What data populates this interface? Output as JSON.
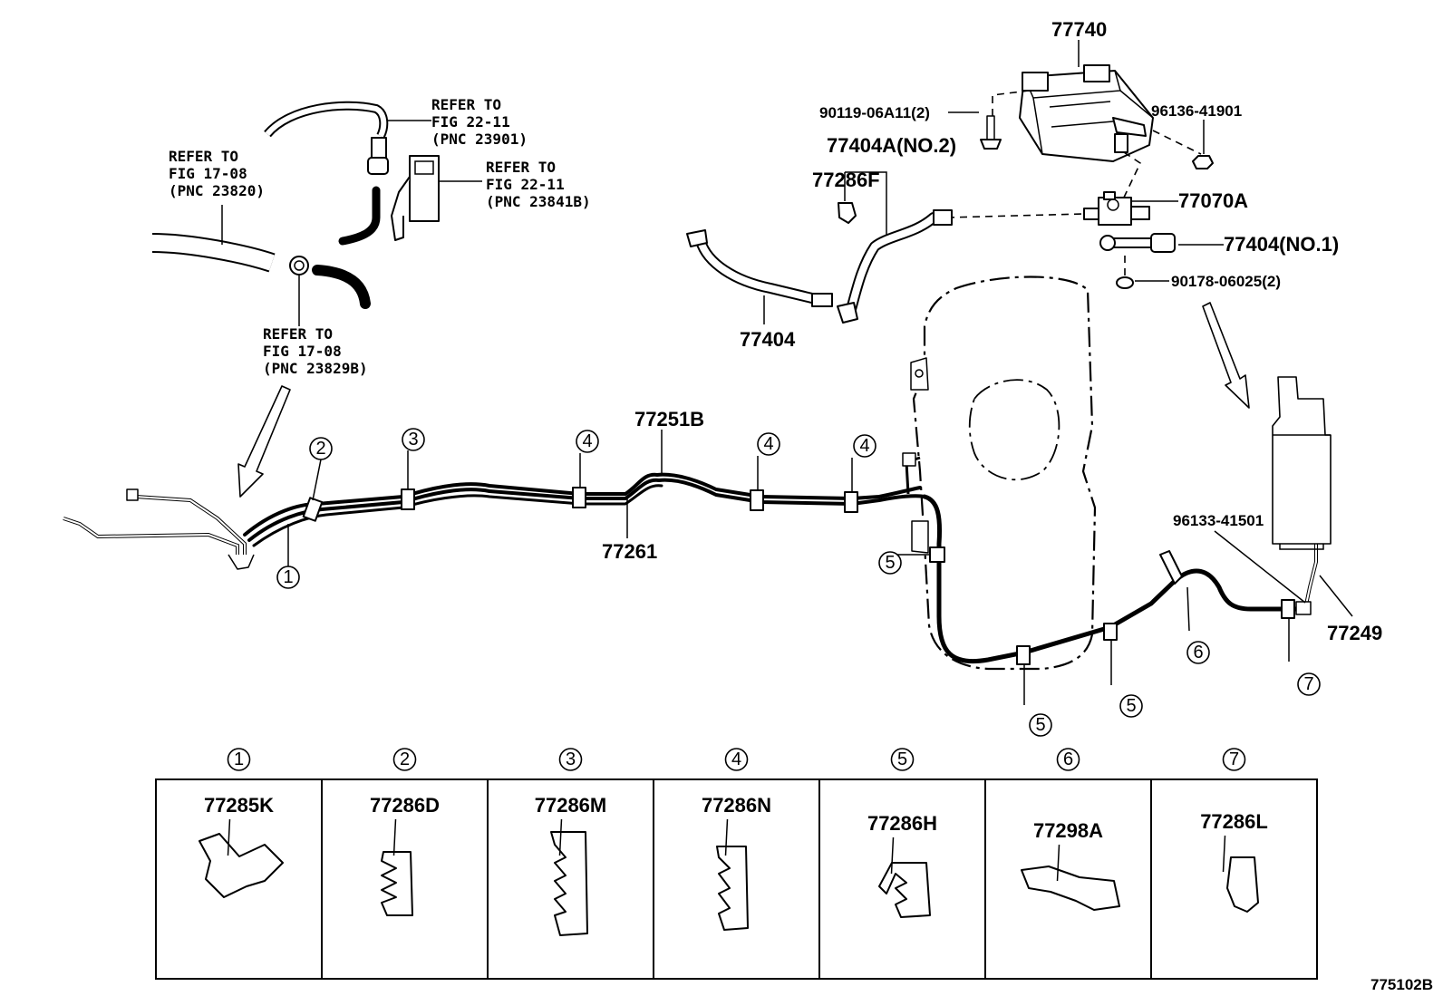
{
  "drawing_id": "775102B",
  "parts": {
    "p77740": "77740",
    "p96136": "96136-41901",
    "p90119": "90119-06A11(2)",
    "p77404A": "77404A(NO.2)",
    "p77286F": "77286F",
    "p77070A": "77070A",
    "p77404_1": "77404(NO.1)",
    "p90178": "90178-06025(2)",
    "p77404": "77404",
    "p77251B": "77251B",
    "p77261": "77261",
    "p96133": "96133-41501",
    "p77249": "77249"
  },
  "refs": {
    "r1": [
      "REFER TO",
      "FIG 22-11",
      "(PNC 23901)"
    ],
    "r2": [
      "REFER TO",
      "FIG 22-11",
      "(PNC 23841B)"
    ],
    "r3": [
      "REFER TO",
      "FIG 17-08",
      "(PNC 23820)"
    ],
    "r4": [
      "REFER TO",
      "FIG 17-08",
      "(PNC 23829B)"
    ]
  },
  "callouts": {
    "c1": "1",
    "c2": "2",
    "c3": "3",
    "c4a": "4",
    "c4b": "4",
    "c4c": "4",
    "c5a": "5",
    "c5b": "5",
    "c5c": "5",
    "c6": "6",
    "c7": "7"
  },
  "clamp_table": [
    {
      "index": "1",
      "part": "77285K"
    },
    {
      "index": "2",
      "part": "77286D"
    },
    {
      "index": "3",
      "part": "77286M"
    },
    {
      "index": "4",
      "part": "77286N"
    },
    {
      "index": "5",
      "part": "77286H"
    },
    {
      "index": "6",
      "part": "77298A"
    },
    {
      "index": "7",
      "part": "77286L"
    }
  ]
}
